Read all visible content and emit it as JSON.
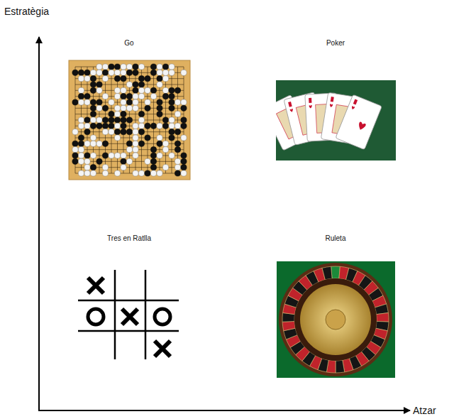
{
  "diagram": {
    "labels": [
      "Estratègia",
      "Atzar",
      "Go",
      "Poker",
      "Tres en Ratlla",
      "Ruleta"
    ]
  }
}
